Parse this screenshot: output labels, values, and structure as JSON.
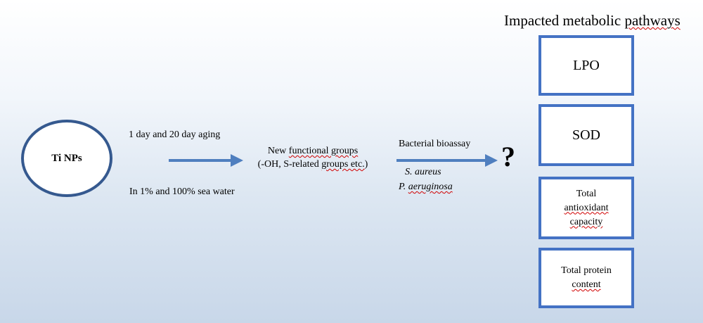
{
  "source": {
    "label": "Ti NPs"
  },
  "aging": {
    "duration_label": "1 day and 20 day aging",
    "medium_label": "In 1% and 100% sea water"
  },
  "outcome": {
    "line1_prefix": "New ",
    "line1_marked": "functional groups",
    "line2_prefix": "(-OH, S-related ",
    "line2_marked": "groups etc.",
    "line2_suffix": ")"
  },
  "bioassay": {
    "label": "Bacterial bioassay",
    "species_1": "S. aureus",
    "species_2_prefix": "P. ",
    "species_2_marked": "aeruginosa"
  },
  "unknown_mark": "?",
  "pathways": {
    "title_prefix": "Impacted metabolic ",
    "title_marked": "pathways",
    "items": [
      {
        "line1": "LPO"
      },
      {
        "line1": "SOD"
      },
      {
        "line1": "Total",
        "line2": "antioxidant",
        "line3": "capacity"
      },
      {
        "line1": "Total protein",
        "line2": "content"
      }
    ]
  },
  "colors": {
    "arrow": "#4f7fbf",
    "circle_border": "#35598f",
    "box_border": "#4472c4",
    "spellcheck_underline": "#d00000"
  }
}
